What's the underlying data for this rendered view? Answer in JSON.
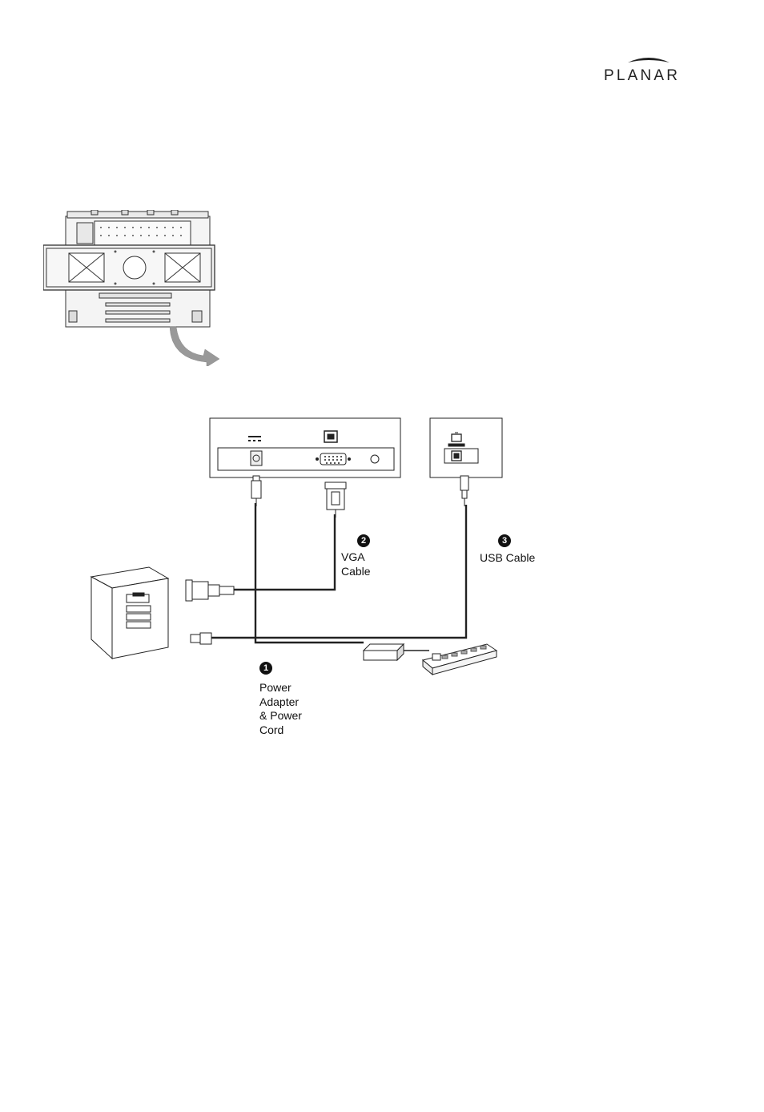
{
  "brand": {
    "name": "PLANAR"
  },
  "callouts": [
    {
      "number": "1",
      "lines": [
        "Power",
        "Adapter",
        "& Power",
        "Cord"
      ]
    },
    {
      "number": "2",
      "lines": [
        "VGA",
        "Cable"
      ]
    },
    {
      "number": "3",
      "lines": [
        "USB Cable"
      ]
    }
  ],
  "icons": [
    "planar-logo-icon",
    "monitor-back-panel-icon",
    "connection-panel-icon",
    "usb-port-icon",
    "computer-tower-icon",
    "power-strip-icon",
    "power-adapter-icon",
    "vga-connector-icon",
    "usb-connector-icon",
    "curved-arrow-icon"
  ]
}
